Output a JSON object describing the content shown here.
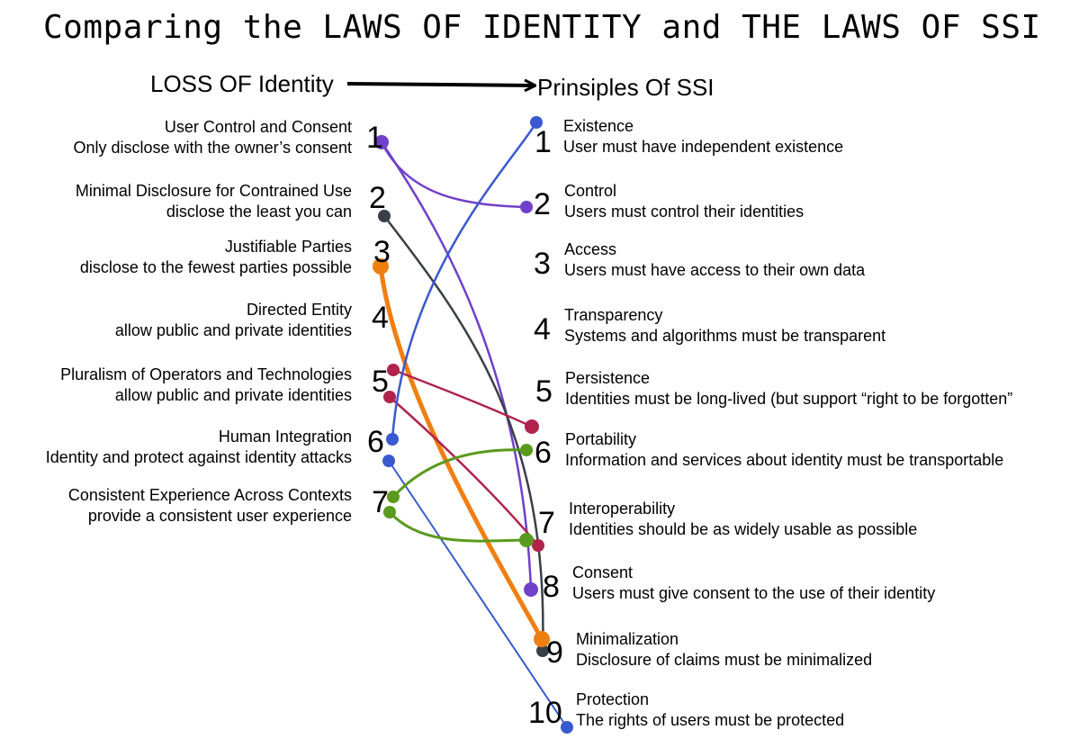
{
  "title": "Comparing the LAWS OF IDENTITY and THE LAWS OF SSI",
  "left_header": "LOSS OF Identity",
  "right_header": "Prinsiples Of SSI",
  "colors": {
    "purple": "#7040c8",
    "dark": "#3a3f47",
    "orange": "#f07f12",
    "crimson": "#b0244c",
    "blue": "#3a58d0",
    "green": "#5a9a1e"
  },
  "laws_of_identity": [
    {
      "num": "1",
      "title": "User Control and Consent",
      "desc": "Only disclose with the owner’s consent"
    },
    {
      "num": "2",
      "title": "Minimal Disclosure for Contrained Use",
      "desc": "disclose the least you can"
    },
    {
      "num": "3",
      "title": "Justifiable Parties",
      "desc": "disclose to the fewest parties possible"
    },
    {
      "num": "4",
      "title": "Directed Entity",
      "desc": "allow public and private identities"
    },
    {
      "num": "5",
      "title": "Pluralism of Operators and  Technologies",
      "desc": "allow public and private identities"
    },
    {
      "num": "6",
      "title": "Human Integration",
      "desc": "Identity and protect against identity attacks"
    },
    {
      "num": "7",
      "title": "Consistent Experience Across  Contexts",
      "desc": "provide a consistent user experience"
    }
  ],
  "principles_of_ssi": [
    {
      "num": "1",
      "title": "Existence",
      "desc": "User must have independent existence"
    },
    {
      "num": "2",
      "title": "Control",
      "desc": "Users must control their identities"
    },
    {
      "num": "3",
      "title": "Access",
      "desc": "Users must have access to their own data"
    },
    {
      "num": "4",
      "title": "Transparency",
      "desc": "Systems and algorithms must be transparent"
    },
    {
      "num": "5",
      "title": "Persistence",
      "desc": "Identities must be long-lived (but support “right to  be forgotten”"
    },
    {
      "num": "6",
      "title": "Portability",
      "desc": "Information and services about identity must be  transportable"
    },
    {
      "num": "7",
      "title": "Interoperability",
      "desc": "Identities should be as widely usable as possible"
    },
    {
      "num": "8",
      "title": "Consent",
      "desc": "Users must give consent to the use of their identity"
    },
    {
      "num": "9",
      "title": "Minimalization",
      "desc": "Disclosure of claims must be minimalized"
    },
    {
      "num": "10",
      "title": "Protection",
      "desc": "The rights of users must be protected"
    }
  ],
  "connections": [
    {
      "from": "1",
      "to": "2",
      "color": "purple"
    },
    {
      "from": "1",
      "to": "8",
      "color": "purple"
    },
    {
      "from": "2",
      "to": "9",
      "color": "dark"
    },
    {
      "from": "3",
      "to": "9",
      "color": "orange"
    },
    {
      "from": "5",
      "to": "5",
      "color": "crimson"
    },
    {
      "from": "5",
      "to": "7",
      "color": "crimson"
    },
    {
      "from": "6",
      "to": "1",
      "color": "blue"
    },
    {
      "from": "6",
      "to": "10",
      "color": "blue"
    },
    {
      "from": "7",
      "to": "6",
      "color": "green"
    },
    {
      "from": "7",
      "to": "7",
      "color": "green"
    }
  ]
}
